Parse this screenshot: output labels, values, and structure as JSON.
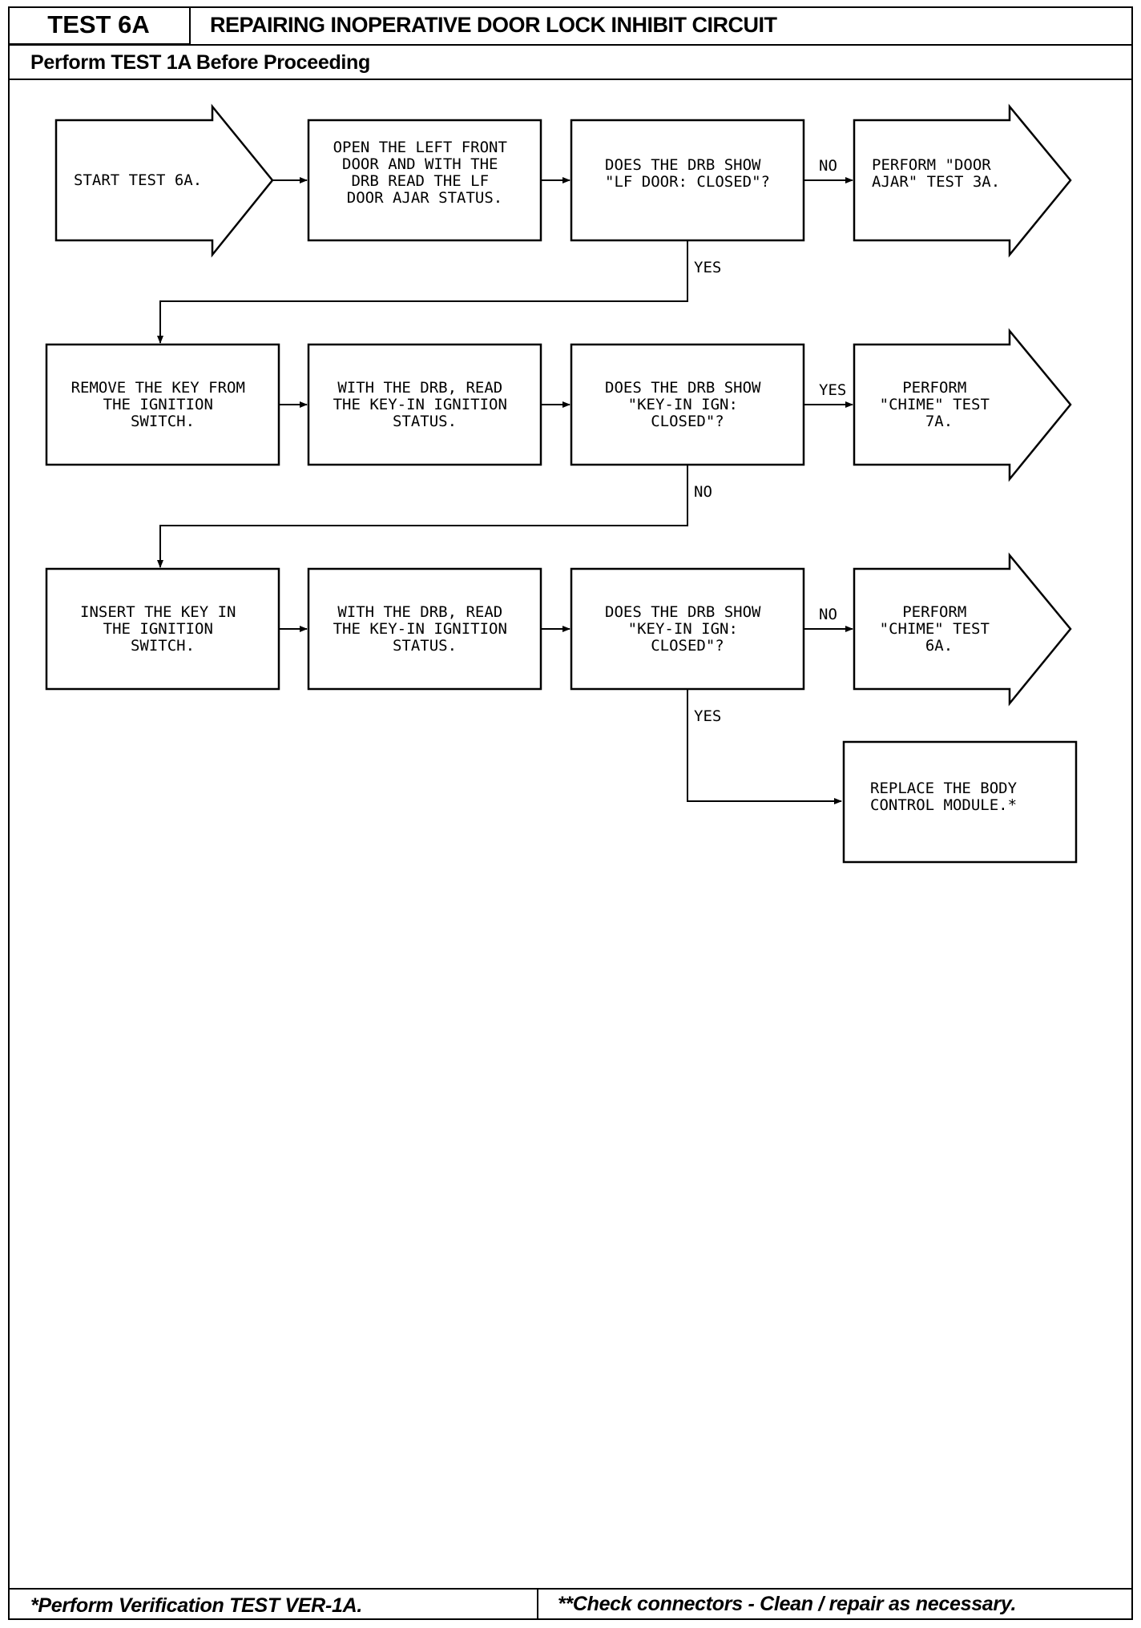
{
  "header": {
    "test_label": "TEST 6A",
    "title": "REPAIRING INOPERATIVE DOOR LOCK INHIBIT CIRCUIT",
    "subtitle": "Perform TEST 1A Before Proceeding"
  },
  "flow": {
    "start": "START TEST 6A.",
    "open_door": [
      "OPEN THE LEFT FRONT",
      "DOOR AND WITH THE",
      "DRB READ THE LF",
      "DOOR AJAR STATUS."
    ],
    "q_lf_door": [
      "DOES THE DRB SHOW",
      "\"LF DOOR: CLOSED\"?"
    ],
    "door_ajar": [
      "PERFORM \"DOOR",
      "AJAR\" TEST 3A."
    ],
    "remove_key": [
      "REMOVE THE KEY FROM",
      "THE IGNITION",
      "SWITCH."
    ],
    "read_key_1": [
      "WITH THE DRB, READ",
      "THE KEY-IN IGNITION",
      "STATUS."
    ],
    "q_key_1": [
      "DOES THE DRB SHOW",
      "\"KEY-IN IGN:",
      "CLOSED\"?"
    ],
    "chime_7a": [
      "PERFORM",
      "\"CHIME\" TEST",
      "7A."
    ],
    "insert_key": [
      "INSERT THE KEY IN",
      "THE IGNITION",
      "SWITCH."
    ],
    "read_key_2": [
      "WITH THE DRB, READ",
      "THE KEY-IN IGNITION",
      "STATUS."
    ],
    "q_key_2": [
      "DOES THE DRB SHOW",
      "\"KEY-IN IGN:",
      "CLOSED\"?"
    ],
    "chime_6a": [
      "PERFORM",
      "\"CHIME\" TEST",
      "6A."
    ],
    "replace_bcm": [
      "REPLACE THE BODY",
      "CONTROL MODULE.*"
    ]
  },
  "labels": {
    "no": "NO",
    "yes": "YES"
  },
  "footer": {
    "left": "*Perform Verification TEST VER-1A.",
    "right": "**Check connectors - Clean / repair as necessary."
  }
}
